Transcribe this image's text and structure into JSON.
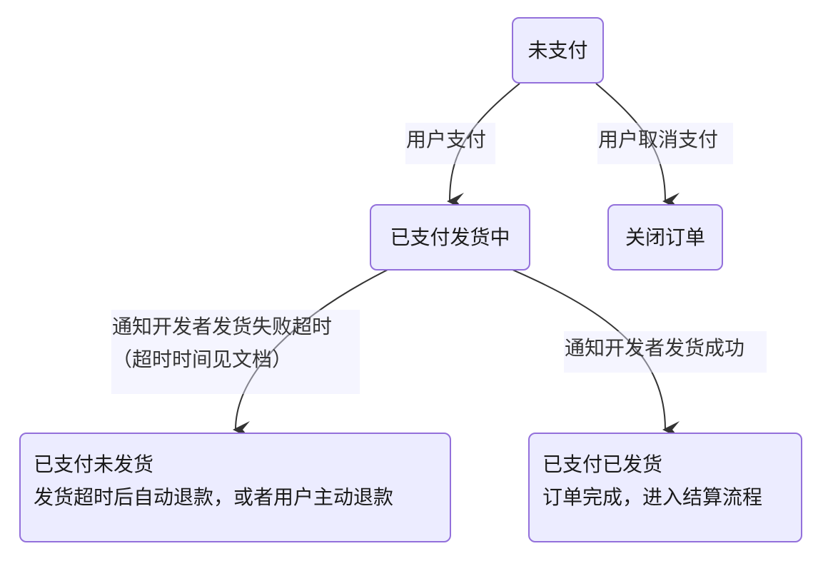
{
  "diagram": {
    "type": "state-flowchart",
    "colors": {
      "node_fill": "#ECECFF",
      "node_border": "#9370DB",
      "edge": "#333333",
      "label_bg": "#F4F4FF"
    },
    "nodes": {
      "unpaid": {
        "label": "未支付"
      },
      "paid_shipping": {
        "label": "已支付发货中"
      },
      "closed": {
        "label": "关闭订单"
      },
      "paid_not_shipped": {
        "title": "已支付未发货",
        "desc": "发货超时后自动退款，或者用户主动退款"
      },
      "paid_shipped": {
        "title": "已支付已发货",
        "desc": "订单完成，进入结算流程"
      }
    },
    "edges": [
      {
        "from": "unpaid",
        "to": "paid_shipping",
        "label": "用户支付"
      },
      {
        "from": "unpaid",
        "to": "closed",
        "label": "用户取消支付"
      },
      {
        "from": "paid_shipping",
        "to": "paid_not_shipped",
        "label_line1": "通知开发者发货失败超时",
        "label_line2": "（超时时间见文档）"
      },
      {
        "from": "paid_shipping",
        "to": "paid_shipped",
        "label": "通知开发者发货成功"
      }
    ]
  }
}
